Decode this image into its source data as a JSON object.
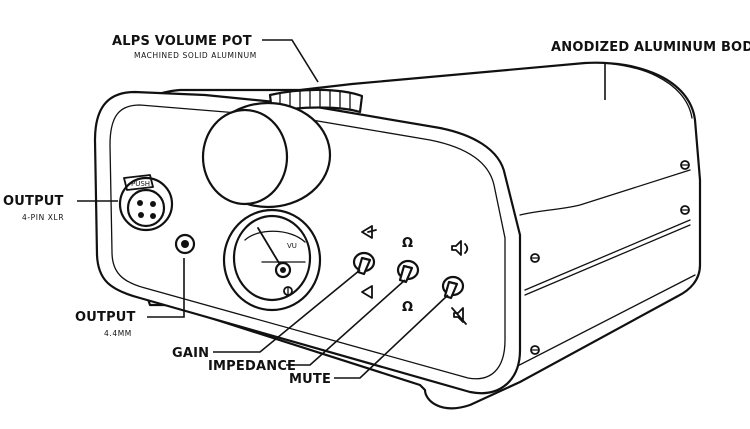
{
  "callouts": {
    "alps_volume_pot": {
      "label": "ALPS VOLUME POT",
      "sublabel": "MACHINED SOLID ALUMINUM"
    },
    "anodized_body": {
      "label": "ANODIZED ALUMINUM BODY"
    },
    "output_xlr": {
      "label": "OUTPUT",
      "sublabel": "4-PIN XLR"
    },
    "output_44": {
      "label": "OUTPUT",
      "sublabel": "4.4MM"
    },
    "gain": {
      "label": "GAIN"
    },
    "impedance": {
      "label": "IMPEDANCE"
    },
    "mute": {
      "label": "MUTE"
    }
  },
  "panel_markings": {
    "xlr_push": "PUSH",
    "meter_vu": "VU",
    "omega": "Ω"
  },
  "colors": {
    "ink": "#111111",
    "background": "#ffffff"
  },
  "icons": [
    "triangle-high-icon",
    "triangle-low-icon",
    "omega-icon",
    "speaker-on-icon",
    "speaker-mute-icon"
  ]
}
